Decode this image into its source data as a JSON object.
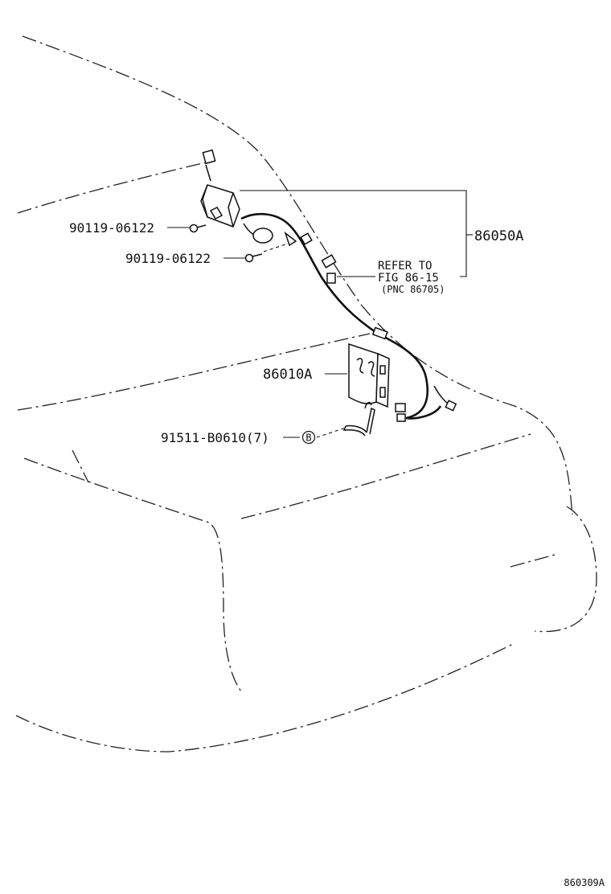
{
  "callouts": {
    "antenna_amp_assy": "86050A",
    "antenna_bolt_upper": "90119-06122",
    "antenna_bolt_lower": "90119-06122",
    "refer_line1": "REFER TO",
    "refer_line2": "FIG 86-15",
    "refer_line3": "(PNC 86705)",
    "radio_receiver": "86010A",
    "bolt_with_qty": "91511-B0610(7)",
    "bolt_marker": "B"
  },
  "figure_id": "860309A"
}
